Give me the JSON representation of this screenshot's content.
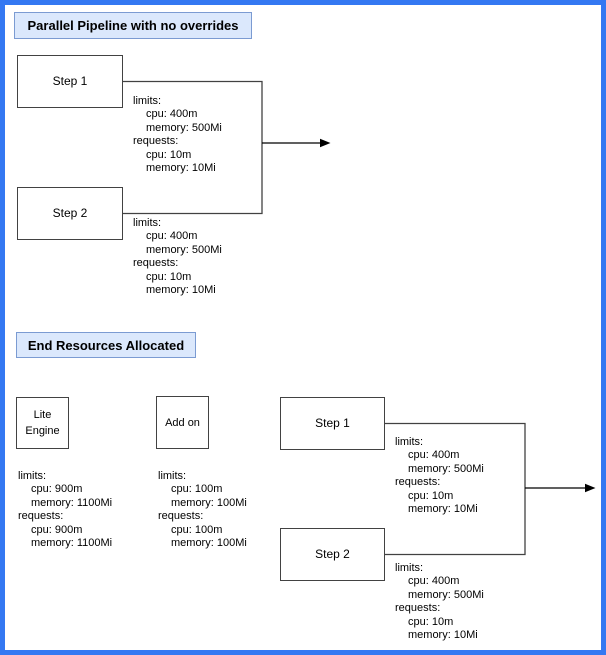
{
  "colors": {
    "outer_border": "#3478f2",
    "title_fill": "#dbe8fc",
    "title_border": "#7b9bd2",
    "shape_border": "#424242",
    "arrow": "#000000"
  },
  "section1": {
    "title": "Parallel Pipeline with no overrides",
    "step1": {
      "label": "Step 1"
    },
    "step2": {
      "label": "Step 2"
    },
    "step1_resources": [
      "limits:",
      "cpu: 400m",
      "memory: 500Mi",
      "requests:",
      "cpu: 10m",
      "memory: 10Mi"
    ],
    "step2_resources": [
      "limits:",
      "cpu: 400m",
      "memory: 500Mi",
      "requests:",
      "cpu: 10m",
      "memory: 10Mi"
    ]
  },
  "section2": {
    "title": "End Resources Allocated",
    "lite_engine": {
      "label_line1": "Lite",
      "label_line2": "Engine"
    },
    "add_on": {
      "label": "Add on"
    },
    "step1": {
      "label": "Step 1"
    },
    "step2": {
      "label": "Step 2"
    },
    "lite_engine_resources": [
      "limits:",
      "cpu: 900m",
      "memory: 1100Mi",
      "requests:",
      "cpu: 900m",
      "memory: 1100Mi"
    ],
    "add_on_resources": [
      "limits:",
      "cpu: 100m",
      "memory: 100Mi",
      "requests:",
      "cpu: 100m",
      "memory: 100Mi"
    ],
    "step1_resources": [
      "limits:",
      "cpu: 400m",
      "memory: 500Mi",
      "requests:",
      "cpu: 10m",
      "memory: 10Mi"
    ],
    "step2_resources": [
      "limits:",
      "cpu: 400m",
      "memory: 500Mi",
      "requests:",
      "cpu: 10m",
      "memory: 10Mi"
    ]
  }
}
